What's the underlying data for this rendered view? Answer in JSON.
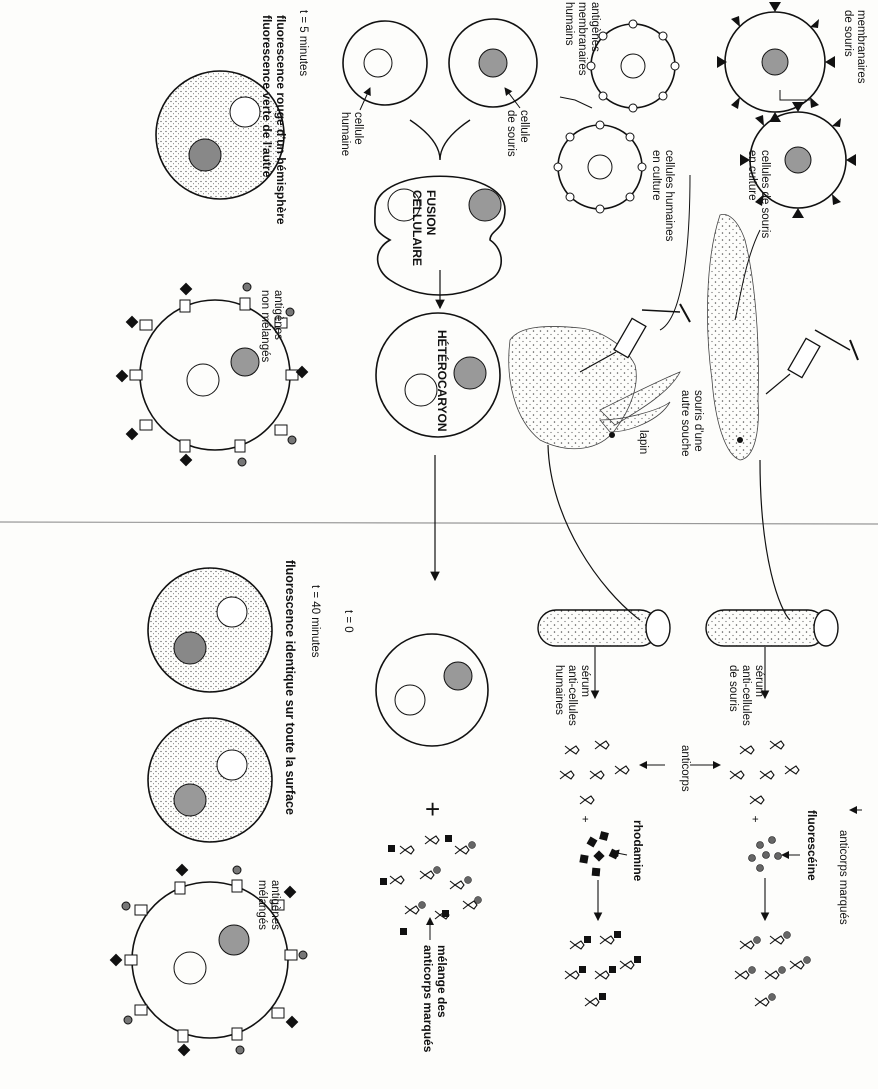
{
  "labels": {
    "mouse_membranes": [
      "membranaires",
      "de souris"
    ],
    "human_antigens": [
      "antigènes",
      "membranaires",
      "humains"
    ],
    "mouse_cells_culture": [
      "cellules de souris",
      "en culture"
    ],
    "human_cells_culture": [
      "cellules humaines",
      "en culture"
    ],
    "mouse_other_strain": [
      "souris d'une",
      "autre souche"
    ],
    "rabbit": "lapin",
    "mouse_cell": [
      "cellule",
      "de souris"
    ],
    "human_cell": [
      "cellule",
      "humaine"
    ],
    "fusion": [
      "FUSION",
      "CELLULAIRE"
    ],
    "heterokaryon": "HÉTÉROCARYON",
    "t5": "t = 5 minutes",
    "red_green": [
      "fluorescence rouge d'un hémisphère",
      "fluorescence verte de l'autre"
    ],
    "unmixed": [
      "antigènes",
      "non mélangés"
    ],
    "serum_mouse": [
      "sérum",
      "anti-cellules",
      "de souris"
    ],
    "serum_human": [
      "sérum",
      "anti-cellules",
      "humaines"
    ],
    "antibodies": "anticorps",
    "fluorescein": "fluorescéine",
    "rhodamine": "rhodamine",
    "labeled_antibodies": "anticorps marqués",
    "t0": "t = 0",
    "t40": "t = 40 minutes",
    "identical": "fluorescence identique sur toute la surface",
    "mix": [
      "mélange des",
      "anticorps marqués"
    ],
    "mixed": [
      "antigènes",
      "mélangés"
    ],
    "plus": "+"
  }
}
